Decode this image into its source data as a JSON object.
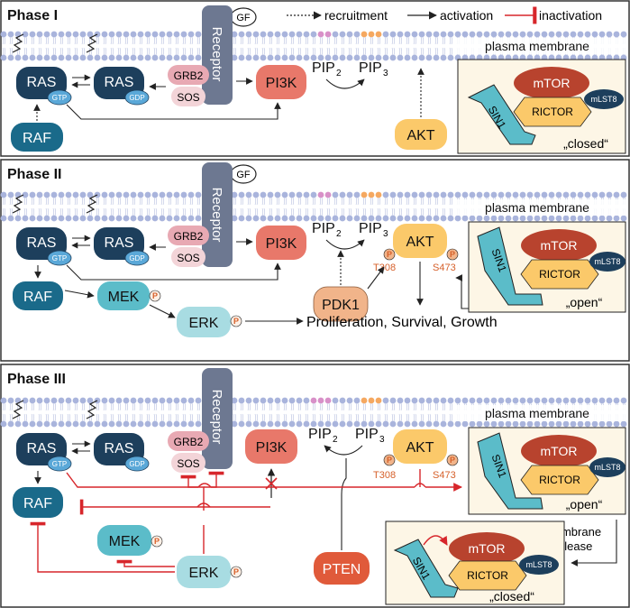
{
  "legend": {
    "gf": "GF",
    "recruitment": "recruitment",
    "activation": "activation",
    "inactivation": "inactivation"
  },
  "membrane_label": "plasma membrane",
  "receptor_label": "Receptor",
  "phases": [
    {
      "title": "Phase I",
      "ras1": "RAS",
      "ras1_sub": "GTP",
      "ras2": "RAS",
      "ras2_sub": "GDP",
      "grb2": "GRB2",
      "sos": "SOS",
      "pi3k": "PI3K",
      "pip2": "PIP",
      "pip2_sub": "2",
      "pip3": "PIP",
      "pip3_sub": "3",
      "raf": "RAF",
      "akt": "AKT",
      "mtor": "mTOR",
      "rictor": "RICTOR",
      "mlst8": "mLST8",
      "sin1": "SIN1",
      "state": "„closed“"
    },
    {
      "title": "Phase II",
      "ras1": "RAS",
      "ras1_sub": "GTP",
      "ras2": "RAS",
      "ras2_sub": "GDP",
      "grb2": "GRB2",
      "sos": "SOS",
      "pi3k": "PI3K",
      "pip2": "PIP",
      "pip2_sub": "2",
      "pip3": "PIP",
      "pip3_sub": "3",
      "raf": "RAF",
      "mek": "MEK",
      "erk": "ERK",
      "akt": "AKT",
      "pdk1": "PDK1",
      "p": "P",
      "t308": "T308",
      "s473": "S473",
      "outcome": "Proliferation, Survival, Growth",
      "mtor": "mTOR",
      "rictor": "RICTOR",
      "mlst8": "mLST8",
      "sin1": "SIN1",
      "state": "„open“"
    },
    {
      "title": "Phase III",
      "ras1": "RAS",
      "ras1_sub": "GTP",
      "ras2": "RAS",
      "ras2_sub": "GDP",
      "grb2": "GRB2",
      "sos": "SOS",
      "pi3k": "PI3K",
      "pip2": "PIP",
      "pip2_sub": "2",
      "pip3": "PIP",
      "pip3_sub": "3",
      "raf": "RAF",
      "mek": "MEK",
      "erk": "ERK",
      "akt": "AKT",
      "pten": "PTEN",
      "p": "P",
      "t308": "T308",
      "s473": "S473",
      "mtor": "mTOR",
      "rictor": "RICTOR",
      "mlst8": "mLST8",
      "sin1": "SIN1",
      "state_open": "„open“",
      "state_closed": "„closed“",
      "membrane_release_1": "Membrane",
      "membrane_release_2": "release"
    }
  ],
  "colors": {
    "ras": "#1d3f5c",
    "raf": "#1a6a8a",
    "grb2": "#e8a9b3",
    "sos": "#f3d4d8",
    "pi3k": "#e8786a",
    "akt": "#fbc96a",
    "pdk1": "#f1b48a",
    "pten": "#e05a3a",
    "mek": "#5bbcc9",
    "erk": "#a8dce2",
    "mtor": "#b8432e",
    "rictor": "#fbc96a",
    "mlst8": "#1d3f5c",
    "sin1": "#5bbcc9",
    "receptor": "#6d7891",
    "inhibit": "#d7262b",
    "phos": "#d6602a",
    "panel_bg": "#fdf6e6"
  }
}
